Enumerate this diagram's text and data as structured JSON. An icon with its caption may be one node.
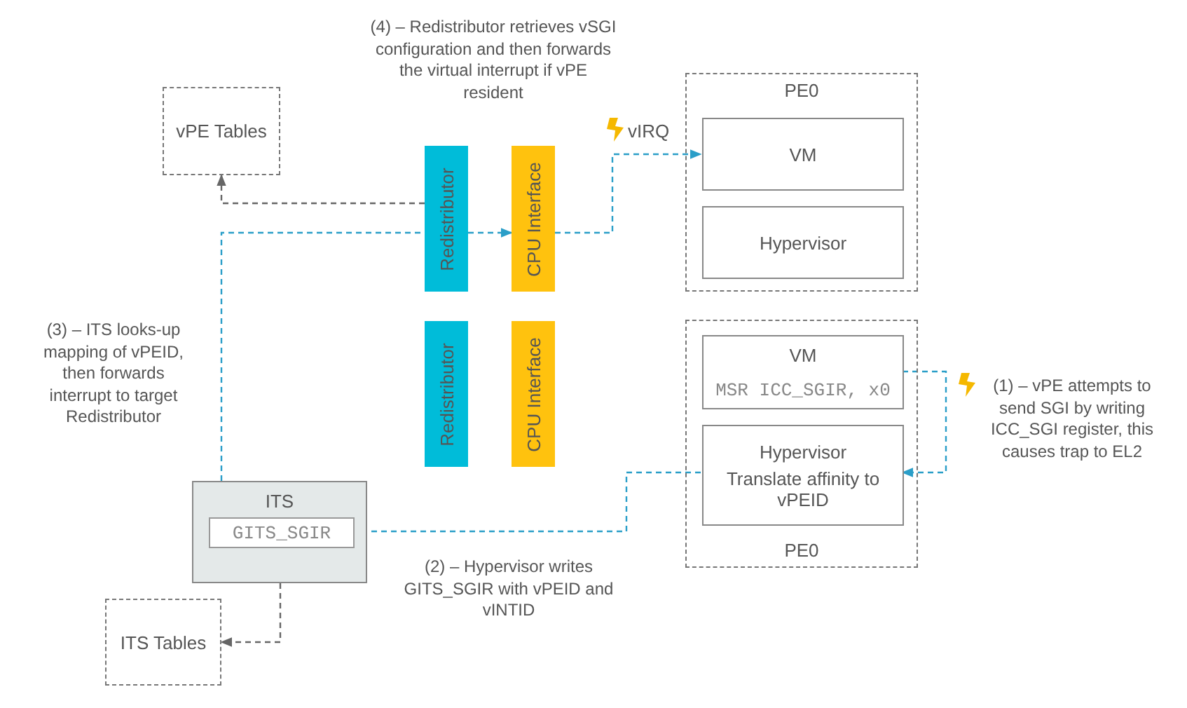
{
  "diagram": {
    "nodes": [
      {
        "text": [
          "vPE Tables"
        ]
      },
      {
        "text": [
          "PE0"
        ]
      },
      {
        "text": [
          "VM"
        ],
        "in": 1
      },
      {
        "text": [
          "Hypervisor"
        ],
        "in": 1
      },
      {
        "text": [
          "Redistributor"
        ]
      },
      {
        "text": [
          "CPU Interface"
        ]
      },
      {
        "text": [
          "Redistributor"
        ]
      },
      {
        "text": [
          "CPU Interface"
        ]
      },
      {
        "text": [
          "PE0"
        ]
      },
      {
        "text": [
          "VM",
          "MSR ICC_SGIR, x0"
        ],
        "in": 8
      },
      {
        "text": [
          "Hypervisor",
          "Translate affinity to vPEID"
        ],
        "in": 8
      },
      {
        "text": [
          "ITS"
        ]
      },
      {
        "text": [
          "GITS_SGIR"
        ],
        "in": 11
      },
      {
        "text": [
          "ITS Tables"
        ]
      }
    ],
    "edges": [
      {
        "from": 4,
        "to": 0,
        "arrow": "to",
        "style": "dashed",
        "color": "#666666"
      },
      {
        "from": 11,
        "to": 4,
        "arrow": "none",
        "style": "dashed"
      },
      {
        "from": 4,
        "to": 5,
        "arrow": "to",
        "style": "dashed"
      },
      {
        "from": 5,
        "to": 2,
        "arrow": "to",
        "style": "dashed",
        "label": "vIRQ"
      },
      {
        "from": 9,
        "to": 10,
        "arrow": "to",
        "style": "dashed"
      },
      {
        "from": 10,
        "to": 12,
        "arrow": "to",
        "style": "dashed"
      },
      {
        "from": 11,
        "to": 13,
        "arrow": "to",
        "style": "dashed",
        "color": "#666666"
      }
    ],
    "labels": [
      "(4) – Redistributor retrieves vSGI configuration and then forwards the virtual interrupt if vPE resident",
      "(3) – ITS looks-up mapping of vPEID, then forwards interrupt to target Redistributor",
      "(1) – vPE attempts to send SGI by writing ICC_SGI register, this causes trap to EL2",
      "(2) – Hypervisor writes GITS_SGIR with vPEID and vINTID"
    ]
  }
}
